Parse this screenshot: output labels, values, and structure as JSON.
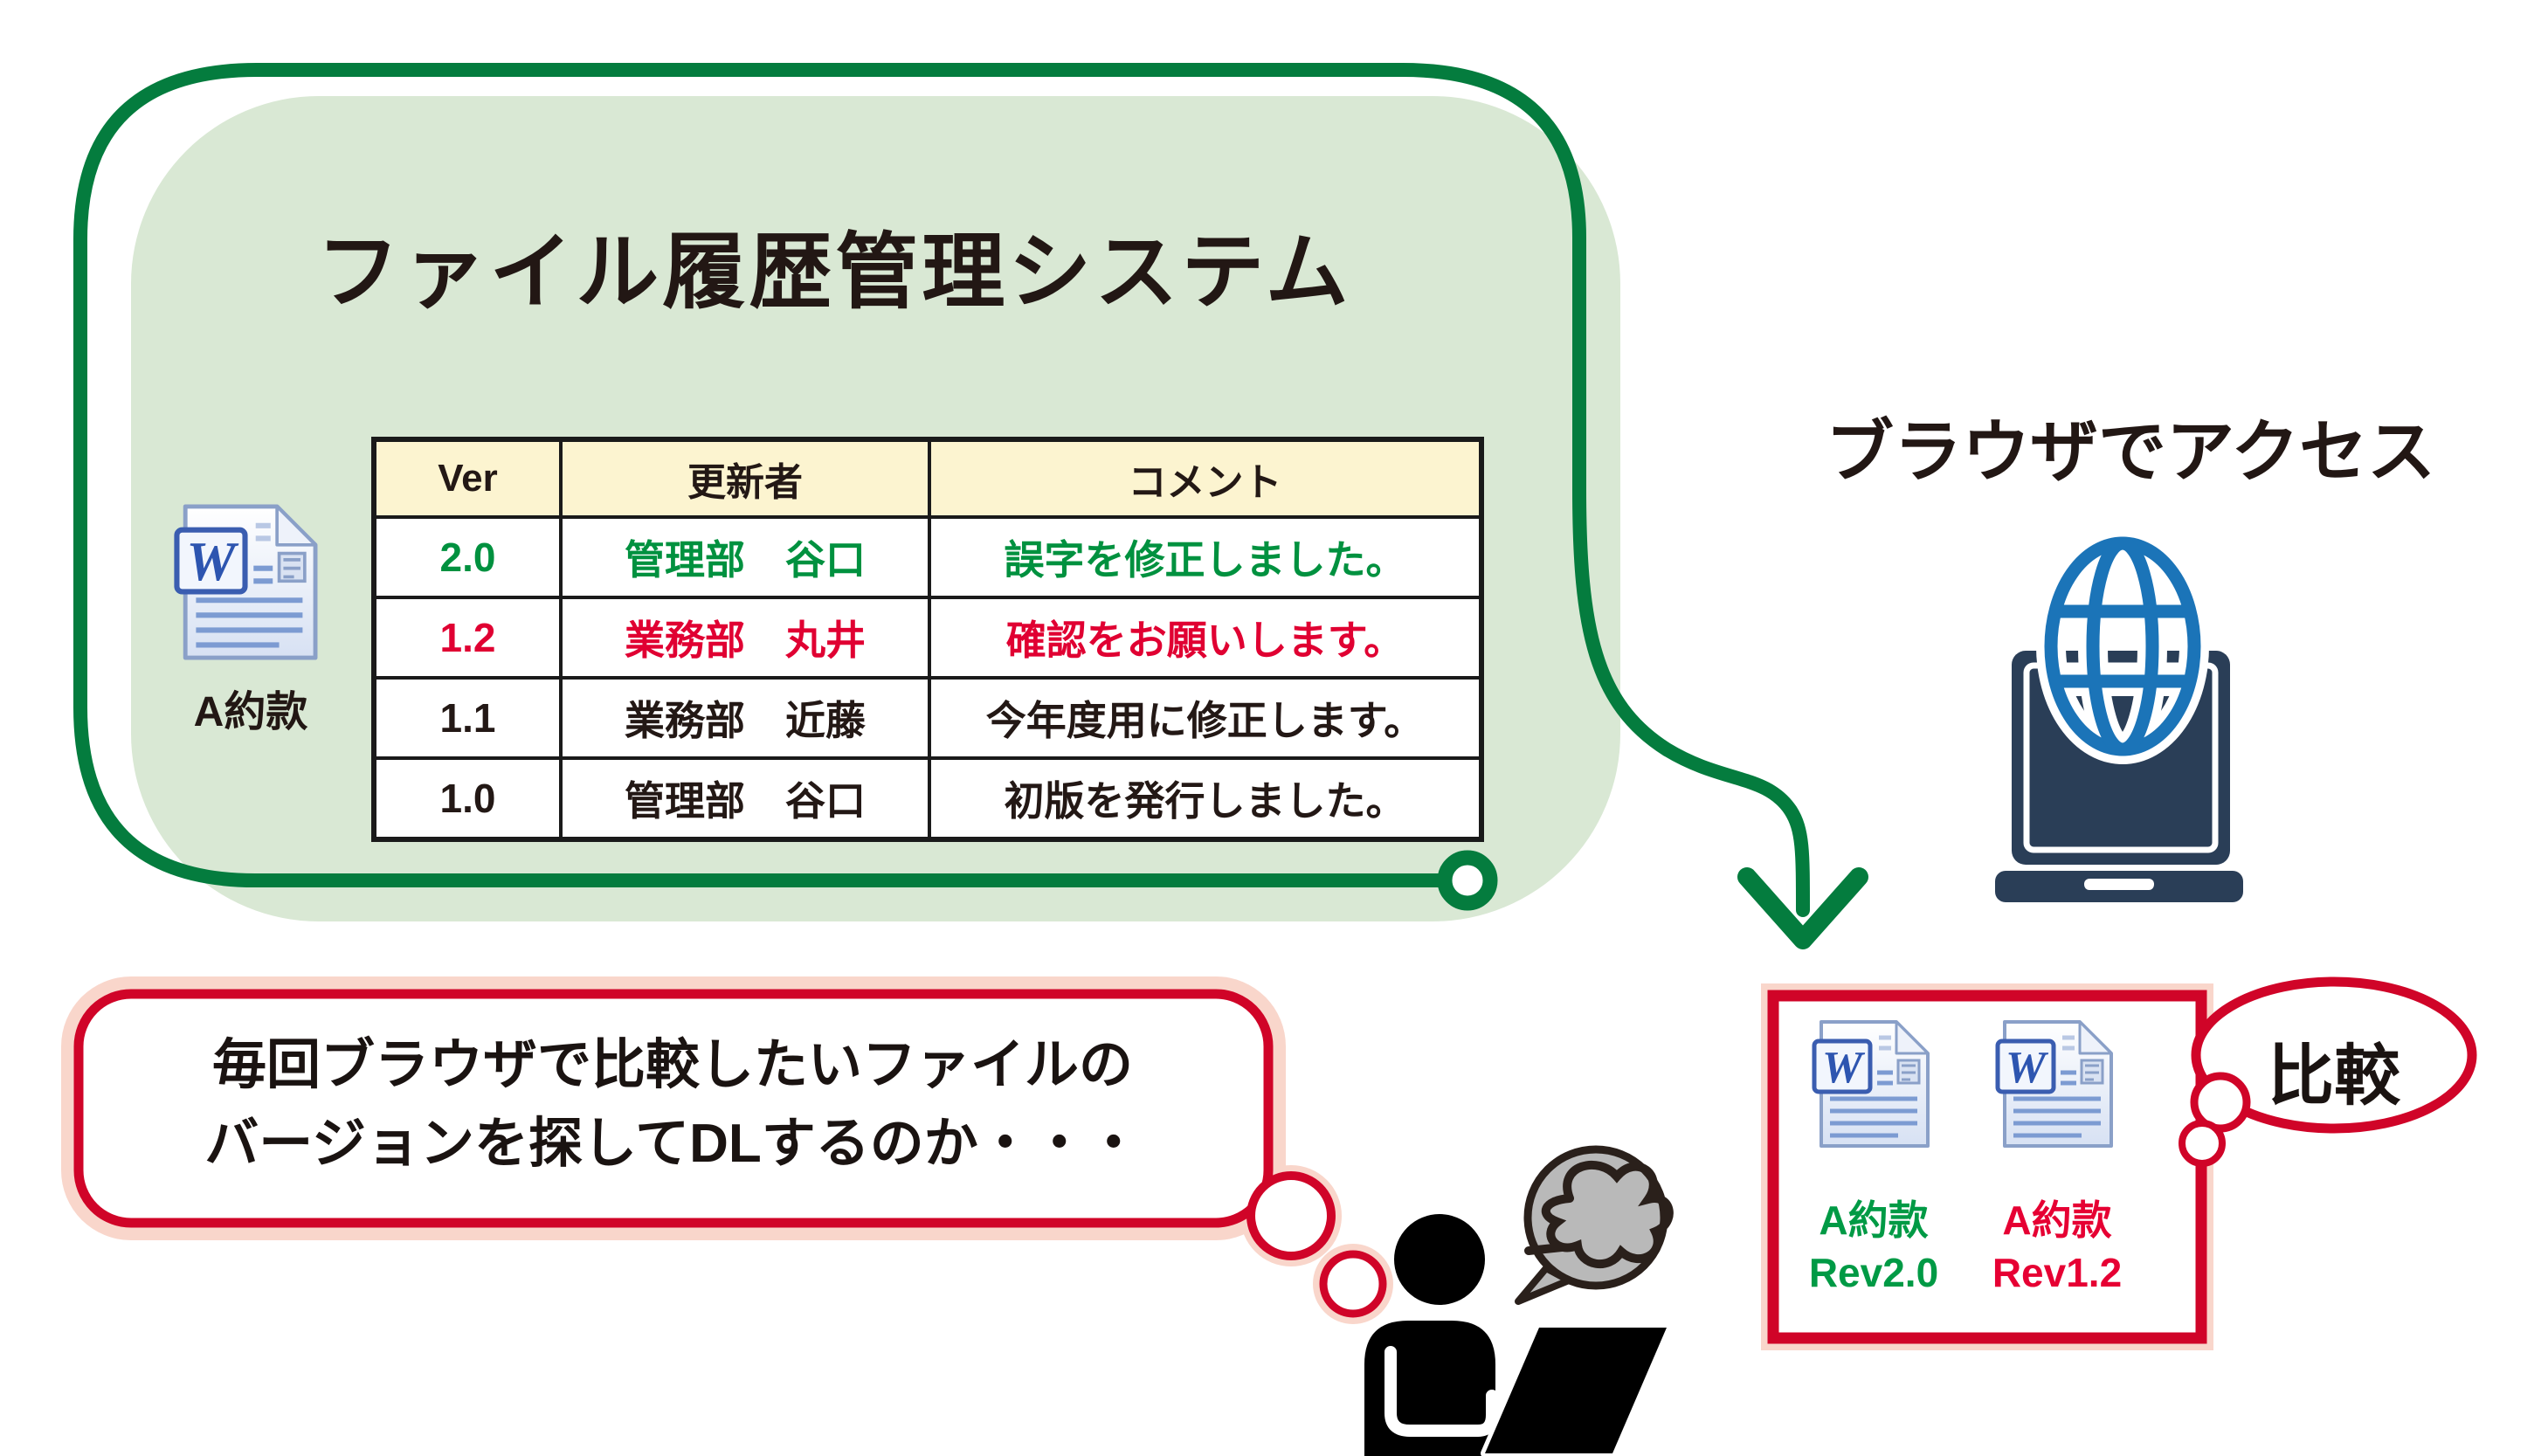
{
  "diagram": {
    "system_box": {
      "title": "ファイル履歴管理システム",
      "file_label": "A約款",
      "table": {
        "headers": [
          "Ver",
          "更新者",
          "コメント"
        ],
        "rows": [
          {
            "ver": "2.0",
            "updater": "管理部　谷口",
            "comment": "誤字を修正しました。",
            "color": "green"
          },
          {
            "ver": "1.2",
            "updater": "業務部　丸井",
            "comment": "確認をお願いします。",
            "color": "red"
          },
          {
            "ver": "1.1",
            "updater": "業務部　近藤",
            "comment": "今年度用に修正します。",
            "color": "black"
          },
          {
            "ver": "1.0",
            "updater": "管理部　谷口",
            "comment": "初版を発行しました。",
            "color": "black"
          }
        ]
      }
    },
    "browser_access": {
      "label": "ブラウザでアクセス"
    },
    "download_box": {
      "files": [
        {
          "name": "A約款",
          "rev": "Rev2.0",
          "color": "green"
        },
        {
          "name": "A約款",
          "rev": "Rev1.2",
          "color": "red"
        }
      ]
    },
    "compare_bubble": {
      "label": "比較"
    },
    "thought_bubble": {
      "line1": "毎回ブラウザで比較したいファイルの",
      "line2": "バージョンを探してDLするのか・・・"
    },
    "icons": {
      "word_logo_letter": "W",
      "word_file_icon": "word-document",
      "globe_icon": "globe",
      "laptop_icon": "laptop",
      "person_icon": "person-at-laptop",
      "scribble_icon": "confusion-scribble"
    },
    "colors": {
      "green_border": "#047c3e",
      "green_fill": "#d9e8d4",
      "table_header_bg": "#fcf4d0",
      "table_green_text": "#00913f",
      "table_red_text": "#e00032",
      "crimson": "#d00428",
      "pink_halo": "#f9d6cb",
      "navy": "#2a3e57",
      "globe_blue": "#1b74b8",
      "bubble_gray": "#b9b9b9"
    }
  }
}
